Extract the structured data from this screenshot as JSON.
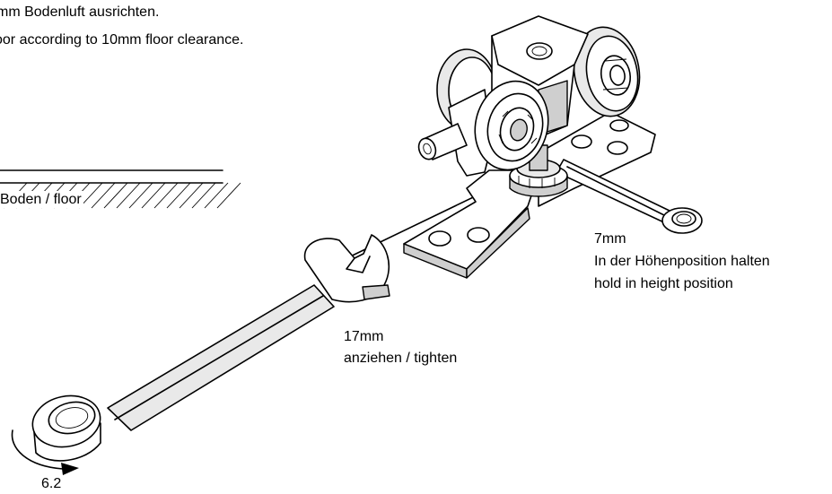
{
  "instructions": {
    "german": "mm Bodenluft ausrichten.",
    "english": "oor according to 10mm floor clearance."
  },
  "floor": {
    "label": "Boden / floor"
  },
  "small_wrench": {
    "size": "7mm",
    "instruction_de": "In der Höhenposition halten",
    "instruction_en": "hold in height position"
  },
  "large_wrench": {
    "size": "17mm",
    "action": "anziehen / tighten"
  },
  "step": {
    "number": "6.2"
  }
}
